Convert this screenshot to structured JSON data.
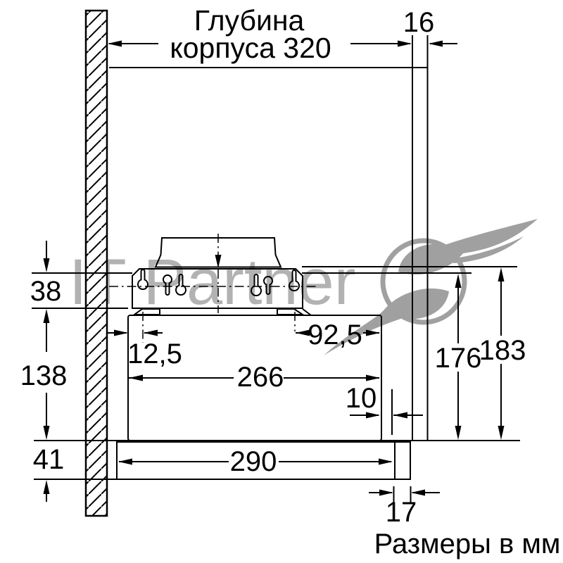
{
  "title": {
    "line1": "Глубина",
    "line2": "корпуса 320"
  },
  "dimensions": {
    "panel_thickness": "16",
    "top_offset": "38",
    "body_height": "138",
    "visor_height": "41",
    "hole_offset_left": "12,5",
    "hole_offset_right": "92,5",
    "hole_span": "266",
    "front_gap": "10",
    "visor_width": "290",
    "height_to_hook_line": "176",
    "height_to_plate_top": "183",
    "end_cap_width": "17"
  },
  "footer": {
    "units_label": "Размеры в мм"
  },
  "watermark": {
    "text": "IT Partner"
  },
  "colors": {
    "line": "#000000",
    "watermark_gray": "#b2b2b2",
    "logo_gray": "#a0a0a0"
  }
}
